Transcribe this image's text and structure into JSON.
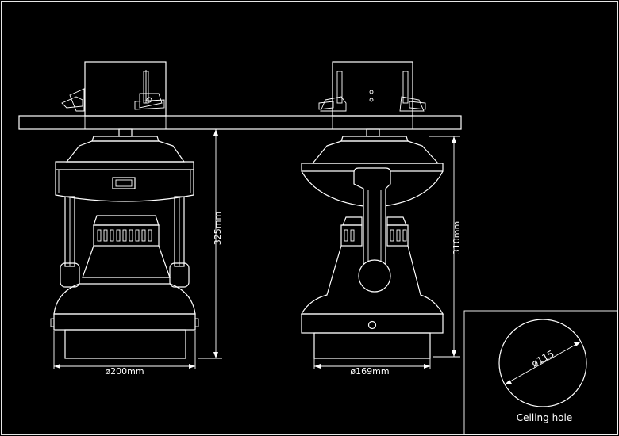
{
  "dimensions": {
    "left_width": "ø200mm",
    "left_height": "325mm",
    "right_width": "ø169mm",
    "right_height": "310mm"
  },
  "ceiling_hole": {
    "diameter": "ø115",
    "caption": "Ceiling hole"
  }
}
